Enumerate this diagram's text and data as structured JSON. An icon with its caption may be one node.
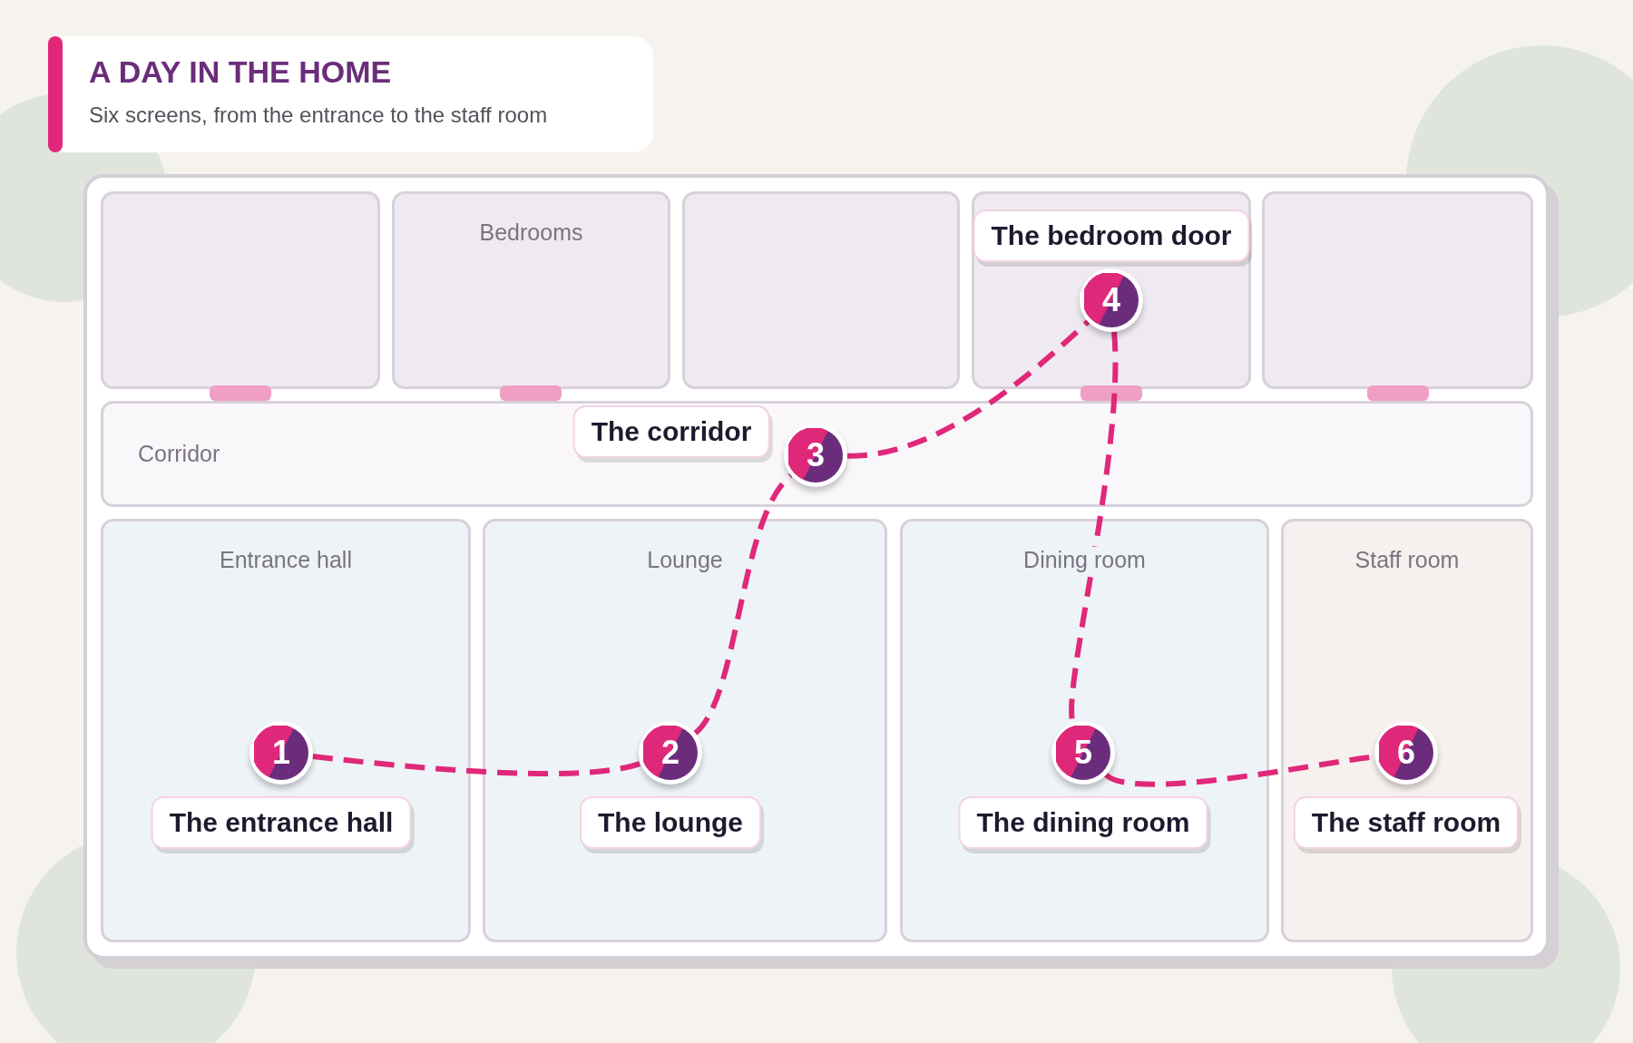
{
  "diagram": {
    "title": "A DAY IN THE HOME",
    "caption": "Six screens, from the entrance to the staff room",
    "nodes": [
      {
        "text": [],
        "shape": "box"
      },
      {
        "text": [
          "Bedrooms"
        ]
      },
      {
        "text": [],
        "shape": "box"
      },
      {
        "text": [],
        "shape": "box"
      },
      {
        "text": [],
        "shape": "box"
      },
      {
        "text": [
          "Corridor"
        ]
      },
      {
        "text": [
          "Entrance hall"
        ]
      },
      {
        "text": [
          "Lounge"
        ]
      },
      {
        "text": [
          "Dining room"
        ]
      },
      {
        "text": [
          "Staff room"
        ]
      },
      {
        "text": [
          "1"
        ],
        "in": 6,
        "beside": [
          "The entrance hall"
        ]
      },
      {
        "text": [
          "2"
        ],
        "in": 7,
        "beside": [
          "The lounge"
        ]
      },
      {
        "text": [
          "3"
        ],
        "in": 5,
        "beside": [
          "The corridor"
        ]
      },
      {
        "text": [
          "4"
        ],
        "in": 3,
        "beside": [
          "The bedroom door"
        ]
      },
      {
        "text": [
          "5"
        ],
        "in": 8,
        "beside": [
          "The dining room"
        ]
      },
      {
        "text": [
          "6"
        ],
        "in": 9,
        "beside": [
          "The staff room"
        ]
      }
    ],
    "edges": [
      {
        "from": 10,
        "to": 11,
        "arrow": "none",
        "style": "dashed"
      },
      {
        "from": 11,
        "to": 12,
        "arrow": "none",
        "style": "dashed"
      },
      {
        "from": 12,
        "to": 13,
        "arrow": "none",
        "style": "dashed"
      },
      {
        "from": 13,
        "to": 14,
        "arrow": "none",
        "style": "dashed"
      },
      {
        "from": 14,
        "to": 15,
        "arrow": "none",
        "style": "dashed"
      }
    ]
  }
}
